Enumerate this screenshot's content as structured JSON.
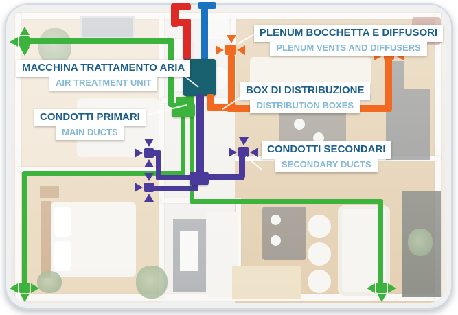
{
  "labels": {
    "air_treatment": {
      "it": "MACCHINA TRATTAMENTO ARIA",
      "en": "AIR TREATMENT UNIT"
    },
    "main_ducts": {
      "it": "CONDOTTI PRIMARI",
      "en": "MAIN DUCTS"
    },
    "plenum": {
      "it": "PLENUM BOCCHETTA E DIFFUSORI",
      "en": "PLENUM VENTS AND DIFFUSERS"
    },
    "distribution": {
      "it": "BOX DI DISTRIBUZIONE",
      "en": "DISTRIBUTION BOXES"
    },
    "secondary": {
      "it": "CONDOTTI SECONDARI",
      "en": "SECONDARY DUCTS"
    }
  },
  "colors": {
    "supply_green": "#3cb33c",
    "secondary_purple": "#4a3a99",
    "plenum_orange": "#f26a21",
    "exhaust_red": "#dd2a27",
    "intake_blue": "#1b72c0",
    "unit_teal": "#19616f",
    "label_title_blue": "#1b5e8c",
    "label_subtitle_blue": "#85b9d6"
  },
  "vents": {
    "green_supply_vents": [
      "top-left-room",
      "bottom-left-bedroom",
      "bottom-right-living"
    ],
    "purple_secondary_vents": [
      "hallway-upper",
      "hallway-right",
      "hallway-lower"
    ],
    "orange_plenum_diffusers": [
      "bathroom",
      "kitchen"
    ]
  }
}
